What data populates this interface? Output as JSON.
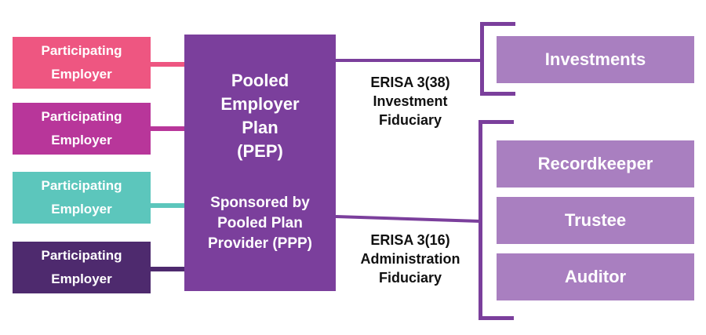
{
  "employers": [
    {
      "line1": "Participating",
      "line2": "Employer",
      "color": "#ee5681"
    },
    {
      "line1": "Participating",
      "line2": "Employer",
      "color": "#b8369a"
    },
    {
      "line1": "Participating",
      "line2": "Employer",
      "color": "#5cc6bc"
    },
    {
      "line1": "Participating",
      "line2": "Employer",
      "color": "#4e2a6e"
    }
  ],
  "pep": {
    "title_lines": [
      "Pooled",
      "Employer",
      "Plan",
      "(PEP)"
    ],
    "sponsor_lines": [
      "Sponsored by",
      "Pooled Plan",
      "Provider (PPP)"
    ],
    "color": "#7b3f9c"
  },
  "fiduciaries": {
    "investment": [
      "ERISA 3(38)",
      "Investment",
      "Fiduciary"
    ],
    "administration": [
      "ERISA 3(16)",
      "Administration",
      "Fiduciary"
    ]
  },
  "services": {
    "investments": "Investments",
    "recordkeeper": "Recordkeeper",
    "trustee": "Trustee",
    "auditor": "Auditor",
    "color": "#a97fc0"
  }
}
